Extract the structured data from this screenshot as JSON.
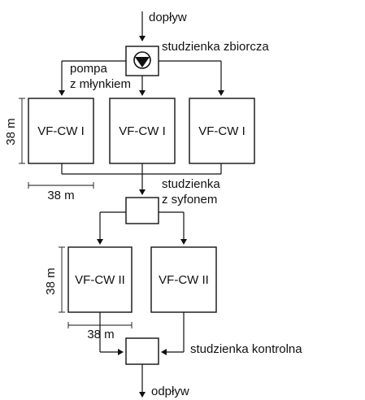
{
  "labels": {
    "inflow": "dopływ",
    "collection_well": "studzienka zbiorcza",
    "pump_line1": "pompa",
    "pump_line2": "z młynkiem",
    "siphon_well_line1": "studzienka",
    "siphon_well_line2": "z syfonem",
    "control_well": "studzienka kontrolna",
    "outflow": "odpływ"
  },
  "stage1_beds": [
    "VF-CW I",
    "VF-CW I",
    "VF-CW I"
  ],
  "stage2_beds": [
    "VF-CW II",
    "VF-CW II"
  ],
  "dimensions": {
    "stage1_height": "38 m",
    "stage1_width": "38 m",
    "stage2_height": "38 m",
    "stage2_width": "38 m"
  },
  "icons": {
    "pump": "pump-symbol-icon"
  }
}
